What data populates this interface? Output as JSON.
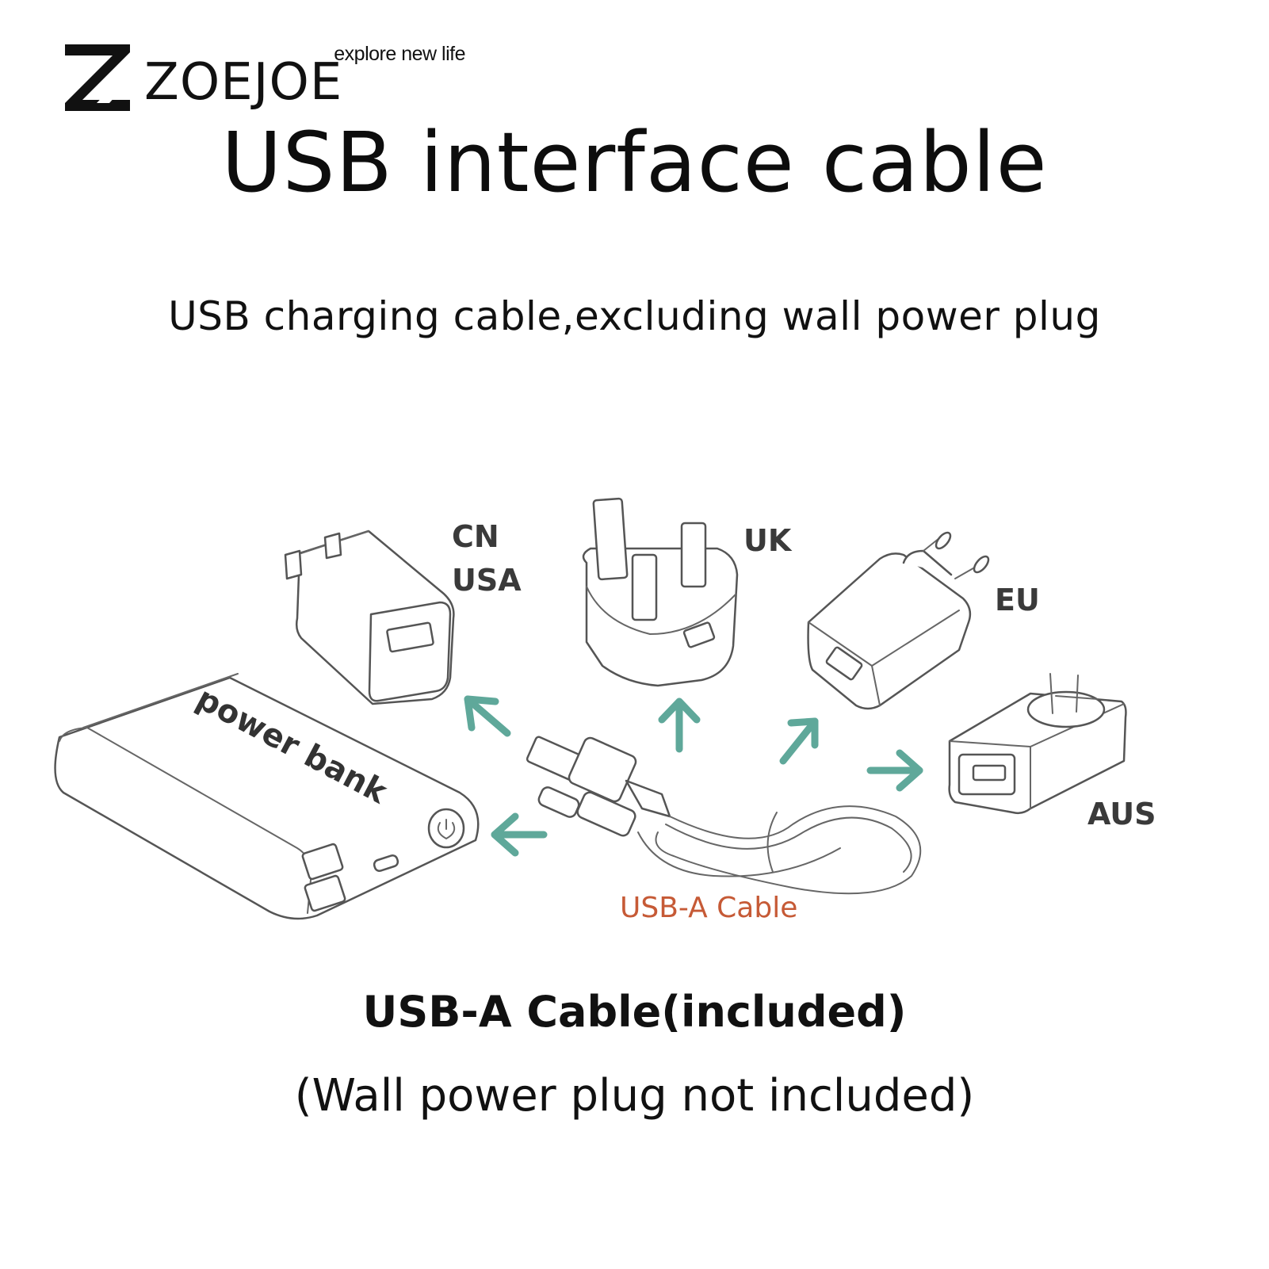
{
  "brand": {
    "tagline": "explore new life",
    "name": "ZOEJOE"
  },
  "title": "USB interface cable",
  "subtitle": "USB charging cable,excluding wall power plug",
  "diagram": {
    "power_bank_label": "power bank",
    "plug_labels": {
      "cn": "CN",
      "usa": "USA",
      "uk": "UK",
      "eu": "EU",
      "aus": "AUS"
    },
    "cable_label": "USB-A Cable",
    "arrow_color": "#5fa89a",
    "cable_label_color": "#c65a36"
  },
  "captions": {
    "included": "USB-A Cable(included)",
    "excluded": "(Wall power plug not included)"
  }
}
